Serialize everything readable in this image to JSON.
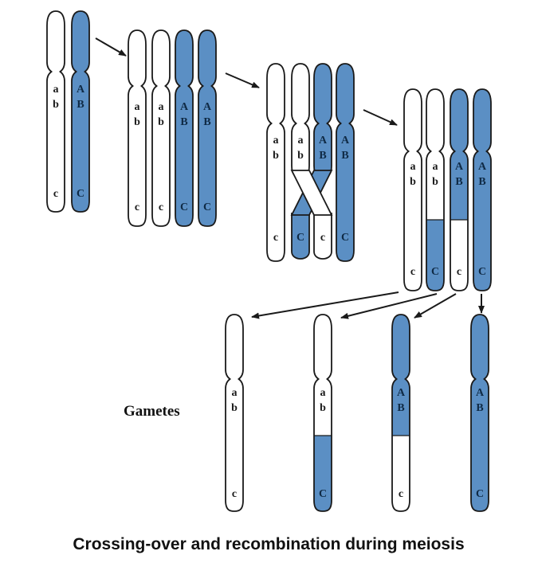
{
  "colors": {
    "blue": "#5b8fc4",
    "outline": "#1a1a1a",
    "white": "#ffffff",
    "arrow": "#1a1a1a"
  },
  "alleles": {
    "upper_white": "a",
    "mid_white": "b",
    "lower_white": "c",
    "upper_blue": "A",
    "mid_blue": "B",
    "lower_blue": "C"
  },
  "gametes_label": "Gametes",
  "caption": "Crossing-over and recombination  during meiosis"
}
